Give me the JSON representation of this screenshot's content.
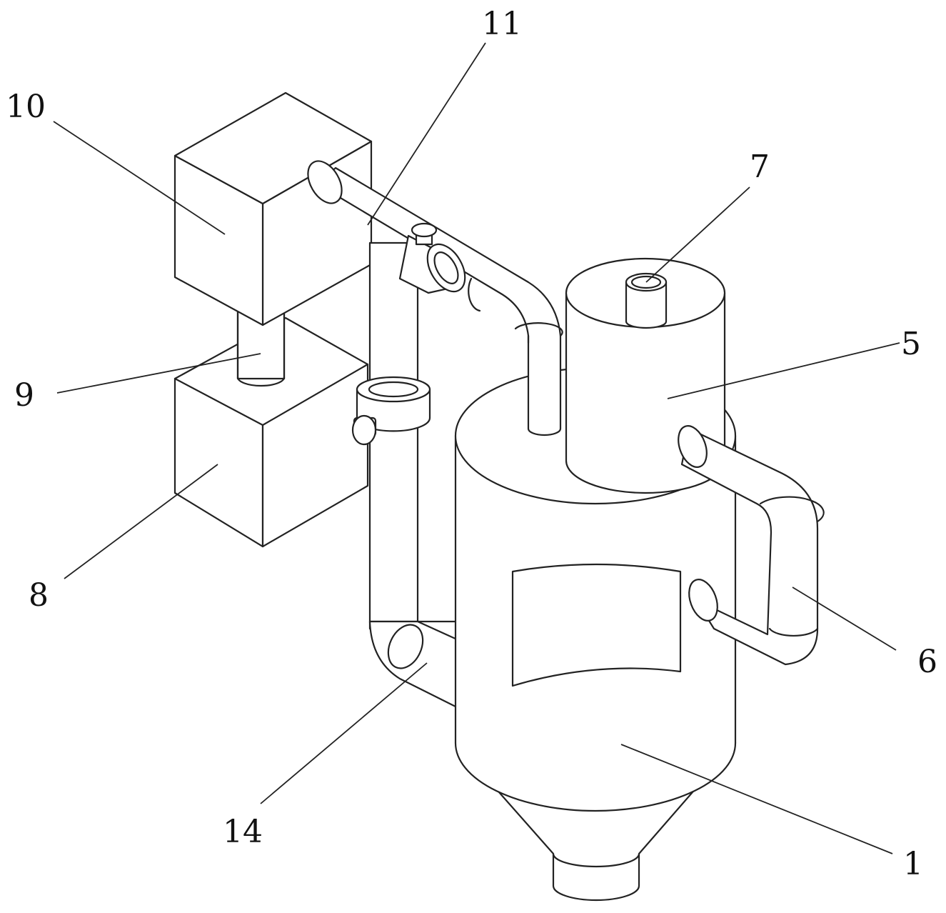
{
  "labels": {
    "l10": "10",
    "l11": "11",
    "l7": "7",
    "l5": "5",
    "l9": "9",
    "l8": "8",
    "l6": "6",
    "l14": "14",
    "l1": "1"
  },
  "colors": {
    "line": "#222222",
    "background": "#ffffff"
  }
}
